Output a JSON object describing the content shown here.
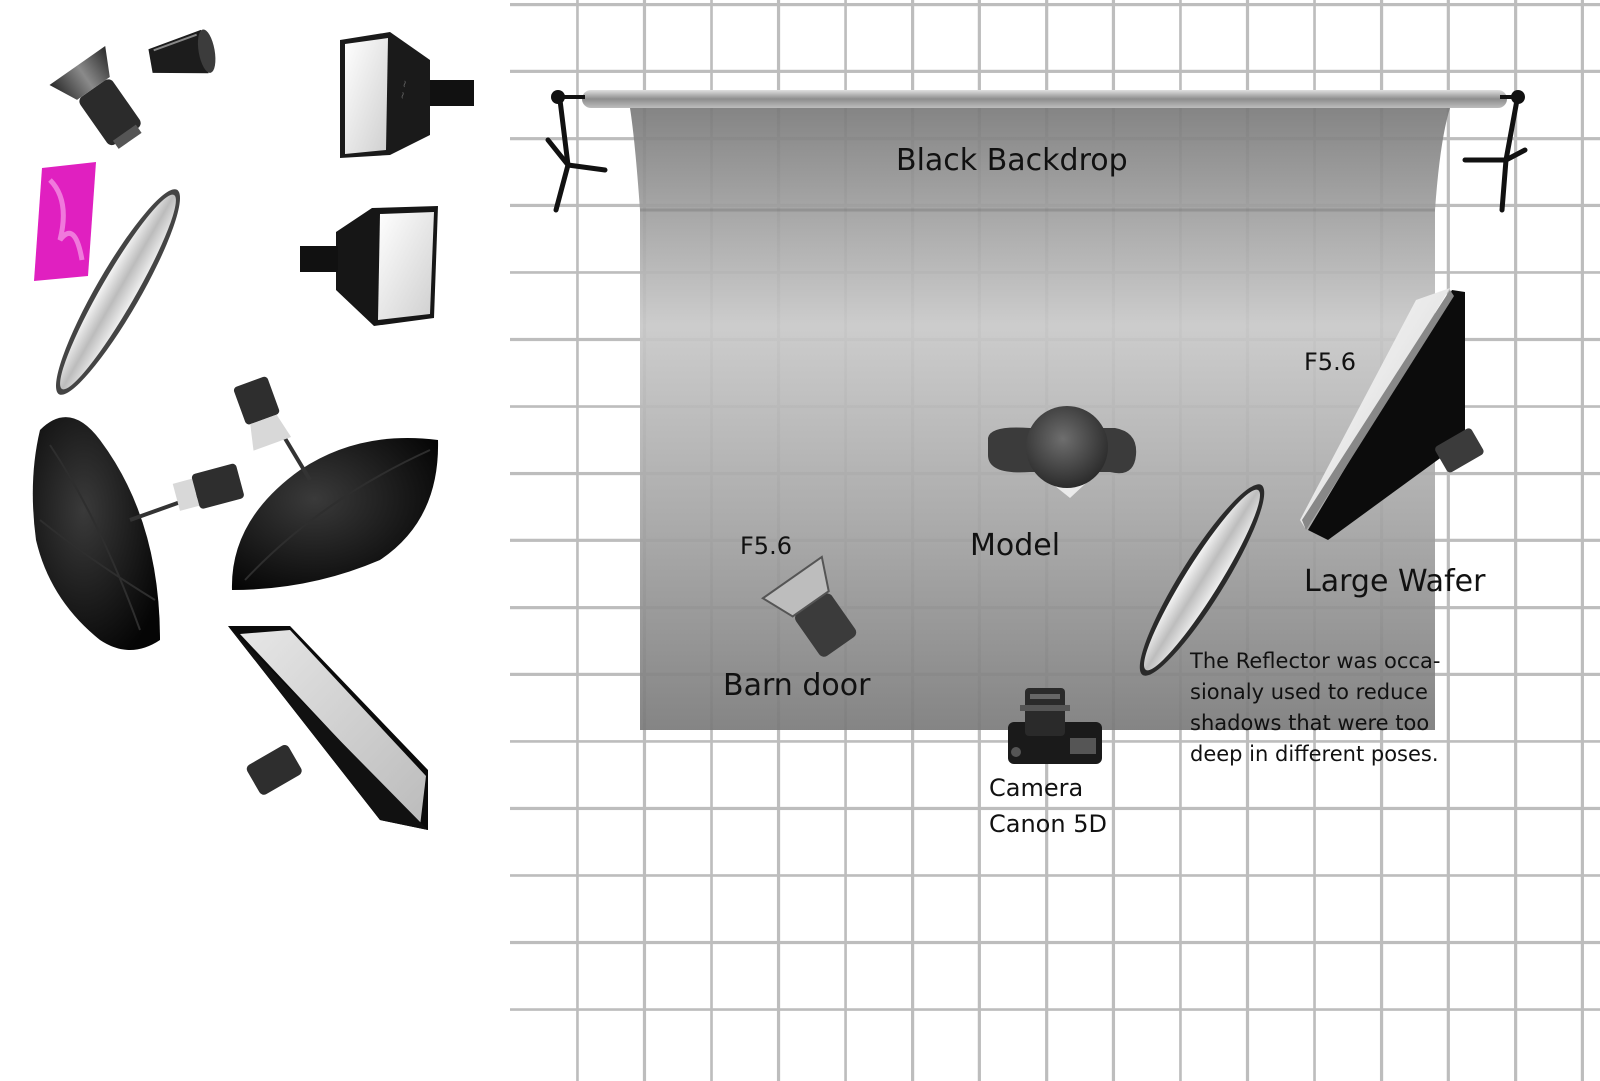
{
  "labels": {
    "backdrop": "Black Backdrop",
    "model": "Model",
    "barn_door": "Barn door",
    "barn_door_fstop": "F5.6",
    "large_wafer": "Large Wafer",
    "large_wafer_fstop": "F5.6",
    "camera_line1": "Camera",
    "camera_line2": "Canon 5D",
    "reflector_note": "The Reflector was occa-sionaly used to reduce shadows that were too deep in different poses."
  },
  "palette_items": [
    "barn-door-light",
    "snoot",
    "softbox-square",
    "gel-filter",
    "round-reflector",
    "softbox-small",
    "umbrella-left",
    "umbrella-right",
    "large-wafer-softbox"
  ],
  "colors": {
    "backdrop_dark": "#7a7a7a",
    "backdrop_light": "#c8c8c8",
    "gel": "#e020c0",
    "grid": "#bdbdbd"
  }
}
